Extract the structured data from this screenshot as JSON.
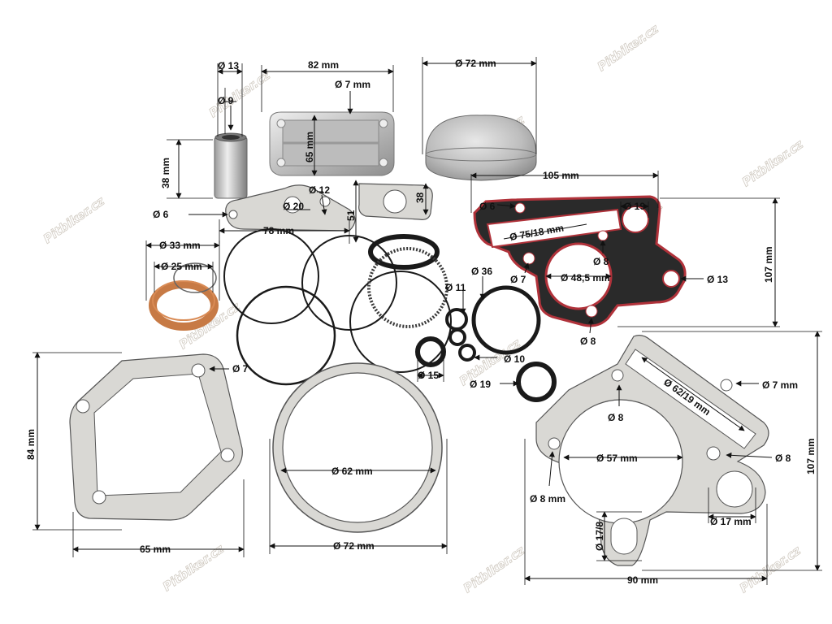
{
  "watermark": "Pitbiker.cz",
  "colors": {
    "gasket_gray": "#d9d8d4",
    "ring_black": "#1a1a1a",
    "copper": "#c77a45",
    "head_gasket_red": "#b0323a",
    "dimension_line": "#111111"
  },
  "labels": {
    "pin_outer": "Ø 13",
    "pin_inner": "Ø 9",
    "pin_length": "38 mm",
    "cover_width": "82 mm",
    "cover_hole": "Ø 7 mm",
    "cover_height": "65 mm",
    "piston_dia": "Ø 72 mm",
    "small_gasket_hole": "Ø 12",
    "small_gasket_bore": "Ø 20",
    "small_gasket_height": "51",
    "small_gasket_tab": "38",
    "small_gasket_left": "Ø 6",
    "small_gasket_width": "78 mm",
    "seal_outer": "Ø 33 mm",
    "seal_inner": "Ø 25 mm",
    "head_width": "105 mm",
    "head_bolt6": "Ø 6",
    "head_slot": "Ø 75/18 mm",
    "head_19": "Ø 19",
    "head_8a": "Ø 8",
    "head_7": "Ø 7",
    "head_bore": "Ø 48,5 mm",
    "head_13": "Ø 13",
    "head_8b": "Ø 8",
    "head_height": "107 mm",
    "oring_36": "Ø 36",
    "oring_11": "Ø 11",
    "oring_10": "Ø 10",
    "oring_15": "Ø 15",
    "oring_19": "Ø 19",
    "exh_hole": "Ø 7",
    "exh_height": "84 mm",
    "exh_width": "65 mm",
    "circle_inner": "Ø 62 mm",
    "circle_outer": "Ø 72 mm",
    "base_slot": "Ø 62/19 mm",
    "base_7": "Ø 7 mm",
    "base_8a": "Ø 8",
    "base_8b": "Ø 8",
    "base_bore": "Ø 57 mm",
    "base_8c": "Ø 8 mm",
    "base_17": "Ø 17 mm",
    "base_178": "Ø 17/8",
    "base_width": "90 mm",
    "base_height": "107 mm"
  }
}
